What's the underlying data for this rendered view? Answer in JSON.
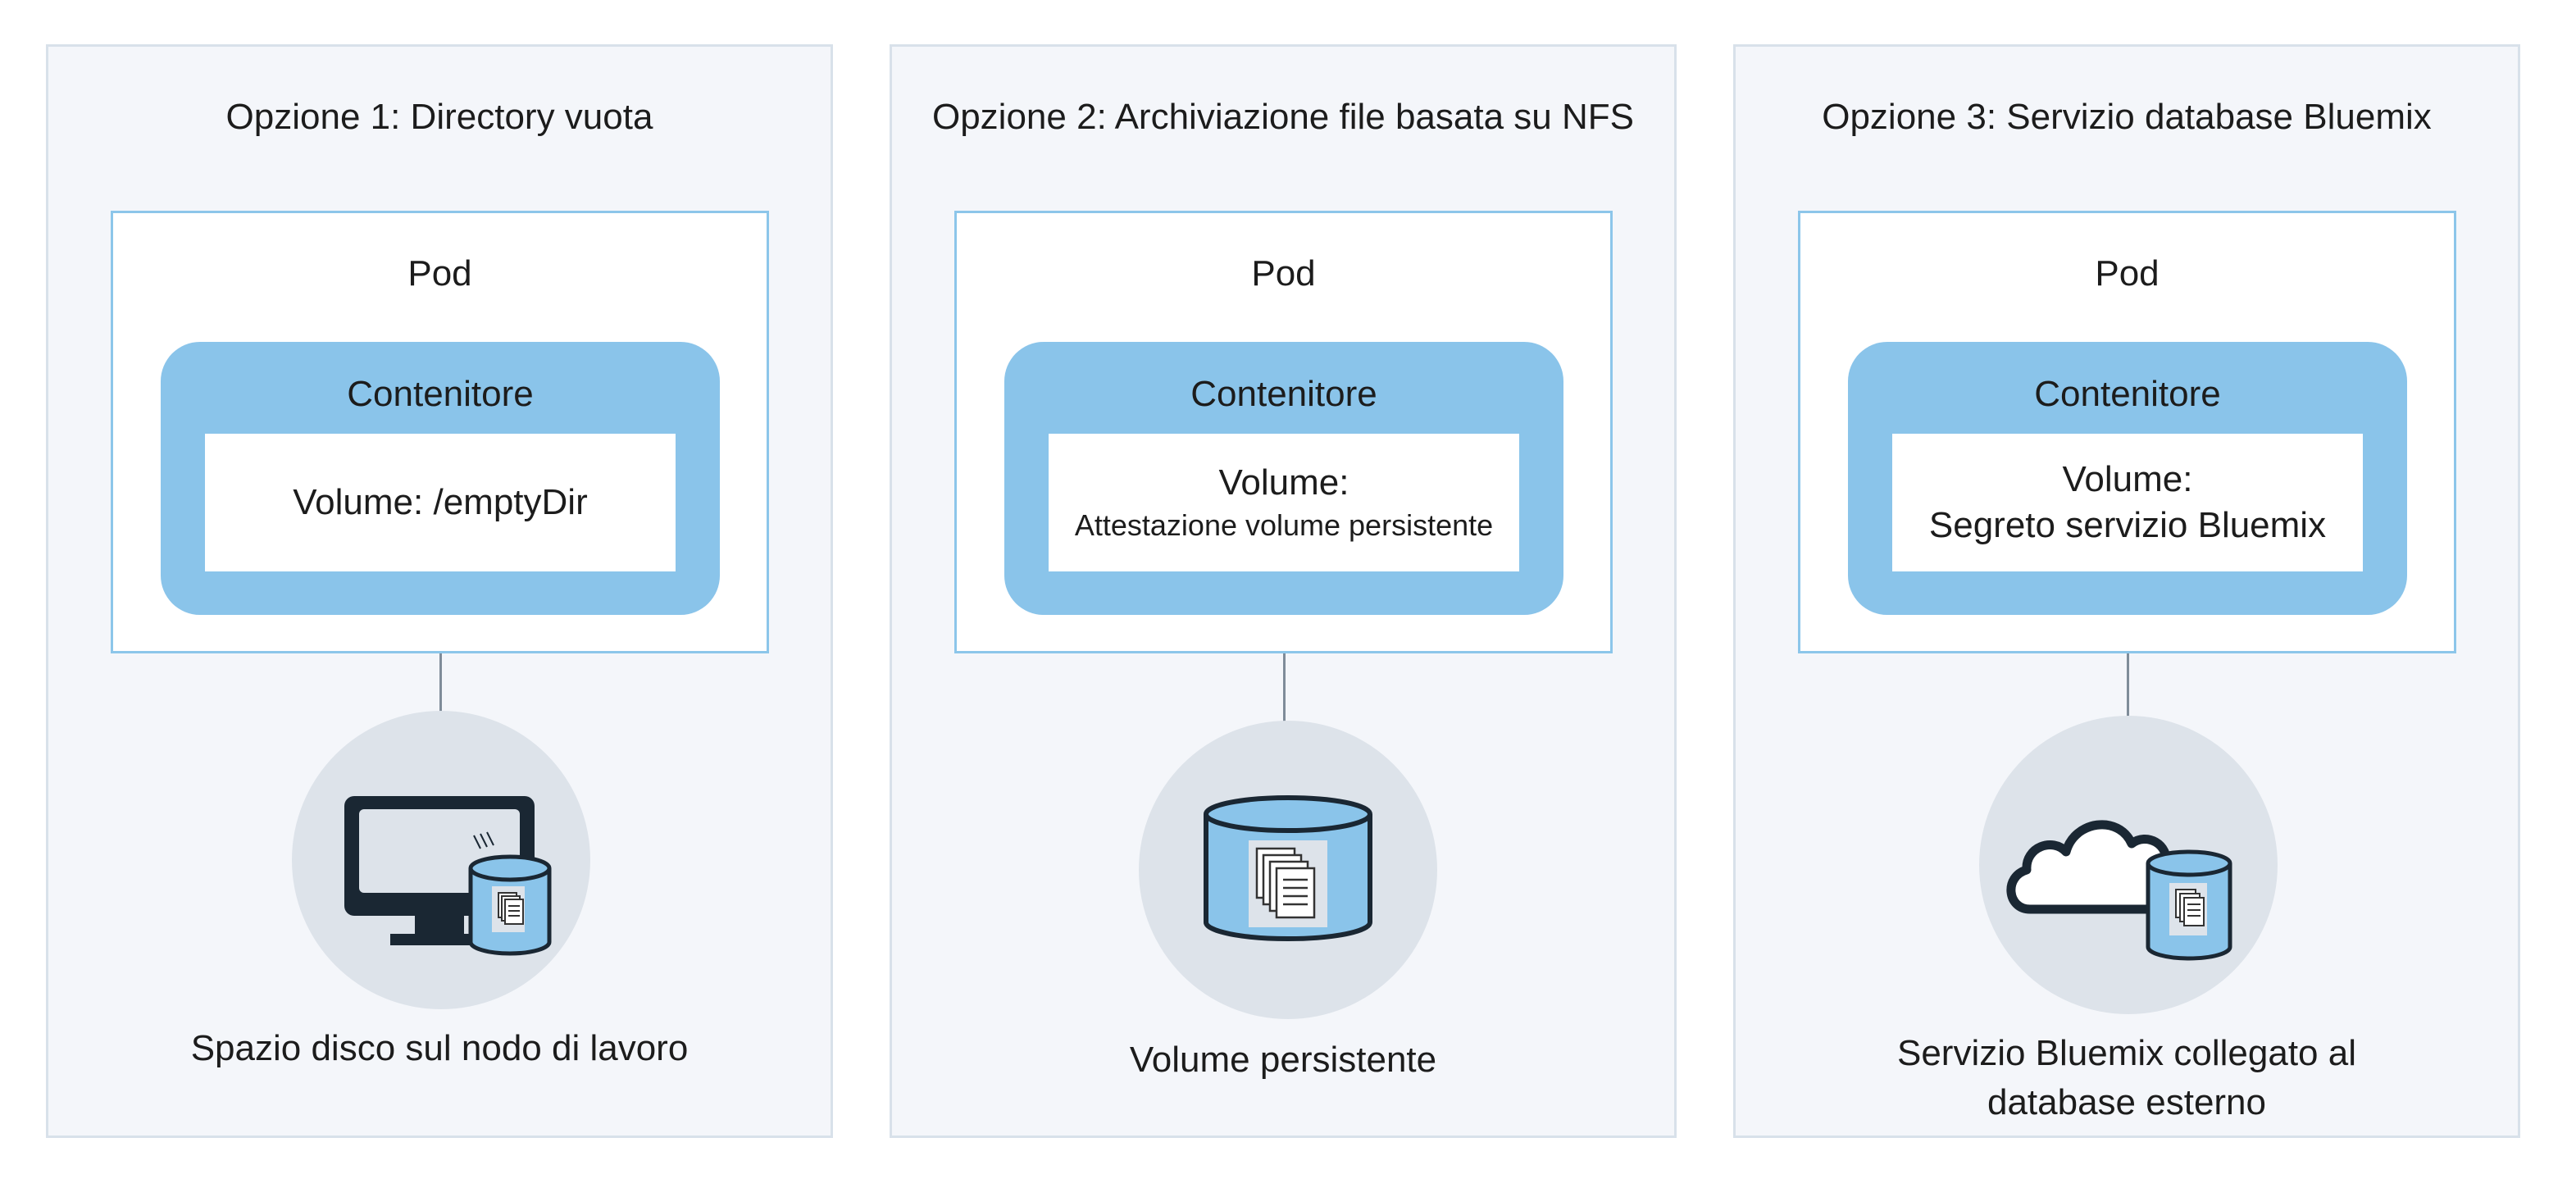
{
  "options": [
    {
      "title": "Opzione 1: Directory vuota",
      "pod": "Pod",
      "container": "Contenitore",
      "volume_lines": [
        "Volume: /emptyDir"
      ],
      "caption_lines": [
        "Spazio disco sul nodo di lavoro"
      ],
      "icon": "monitor-with-disk-icon"
    },
    {
      "title": "Opzione 2: Archiviazione file basata su NFS",
      "pod": "Pod",
      "container": "Contenitore",
      "volume_lines": [
        "Volume:",
        "Attestazione volume persistente"
      ],
      "caption_lines": [
        "Volume persistente"
      ],
      "icon": "storage-cylinder-icon"
    },
    {
      "title": "Opzione 3: Servizio database Bluemix",
      "pod": "Pod",
      "container": "Contenitore",
      "volume_lines": [
        "Volume:",
        "Segreto servizio Bluemix"
      ],
      "caption_lines": [
        "Servizio Bluemix collegato al",
        "database esterno"
      ],
      "icon": "cloud-with-disk-icon"
    }
  ],
  "colors": {
    "panel_bg": "#f4f6fa",
    "panel_border": "#d8e1ea",
    "pod_border": "#8cc6ea",
    "container_fill": "#8ac4ea",
    "circle_fill": "#dde3ea",
    "dark_icon": "#1a2733"
  }
}
